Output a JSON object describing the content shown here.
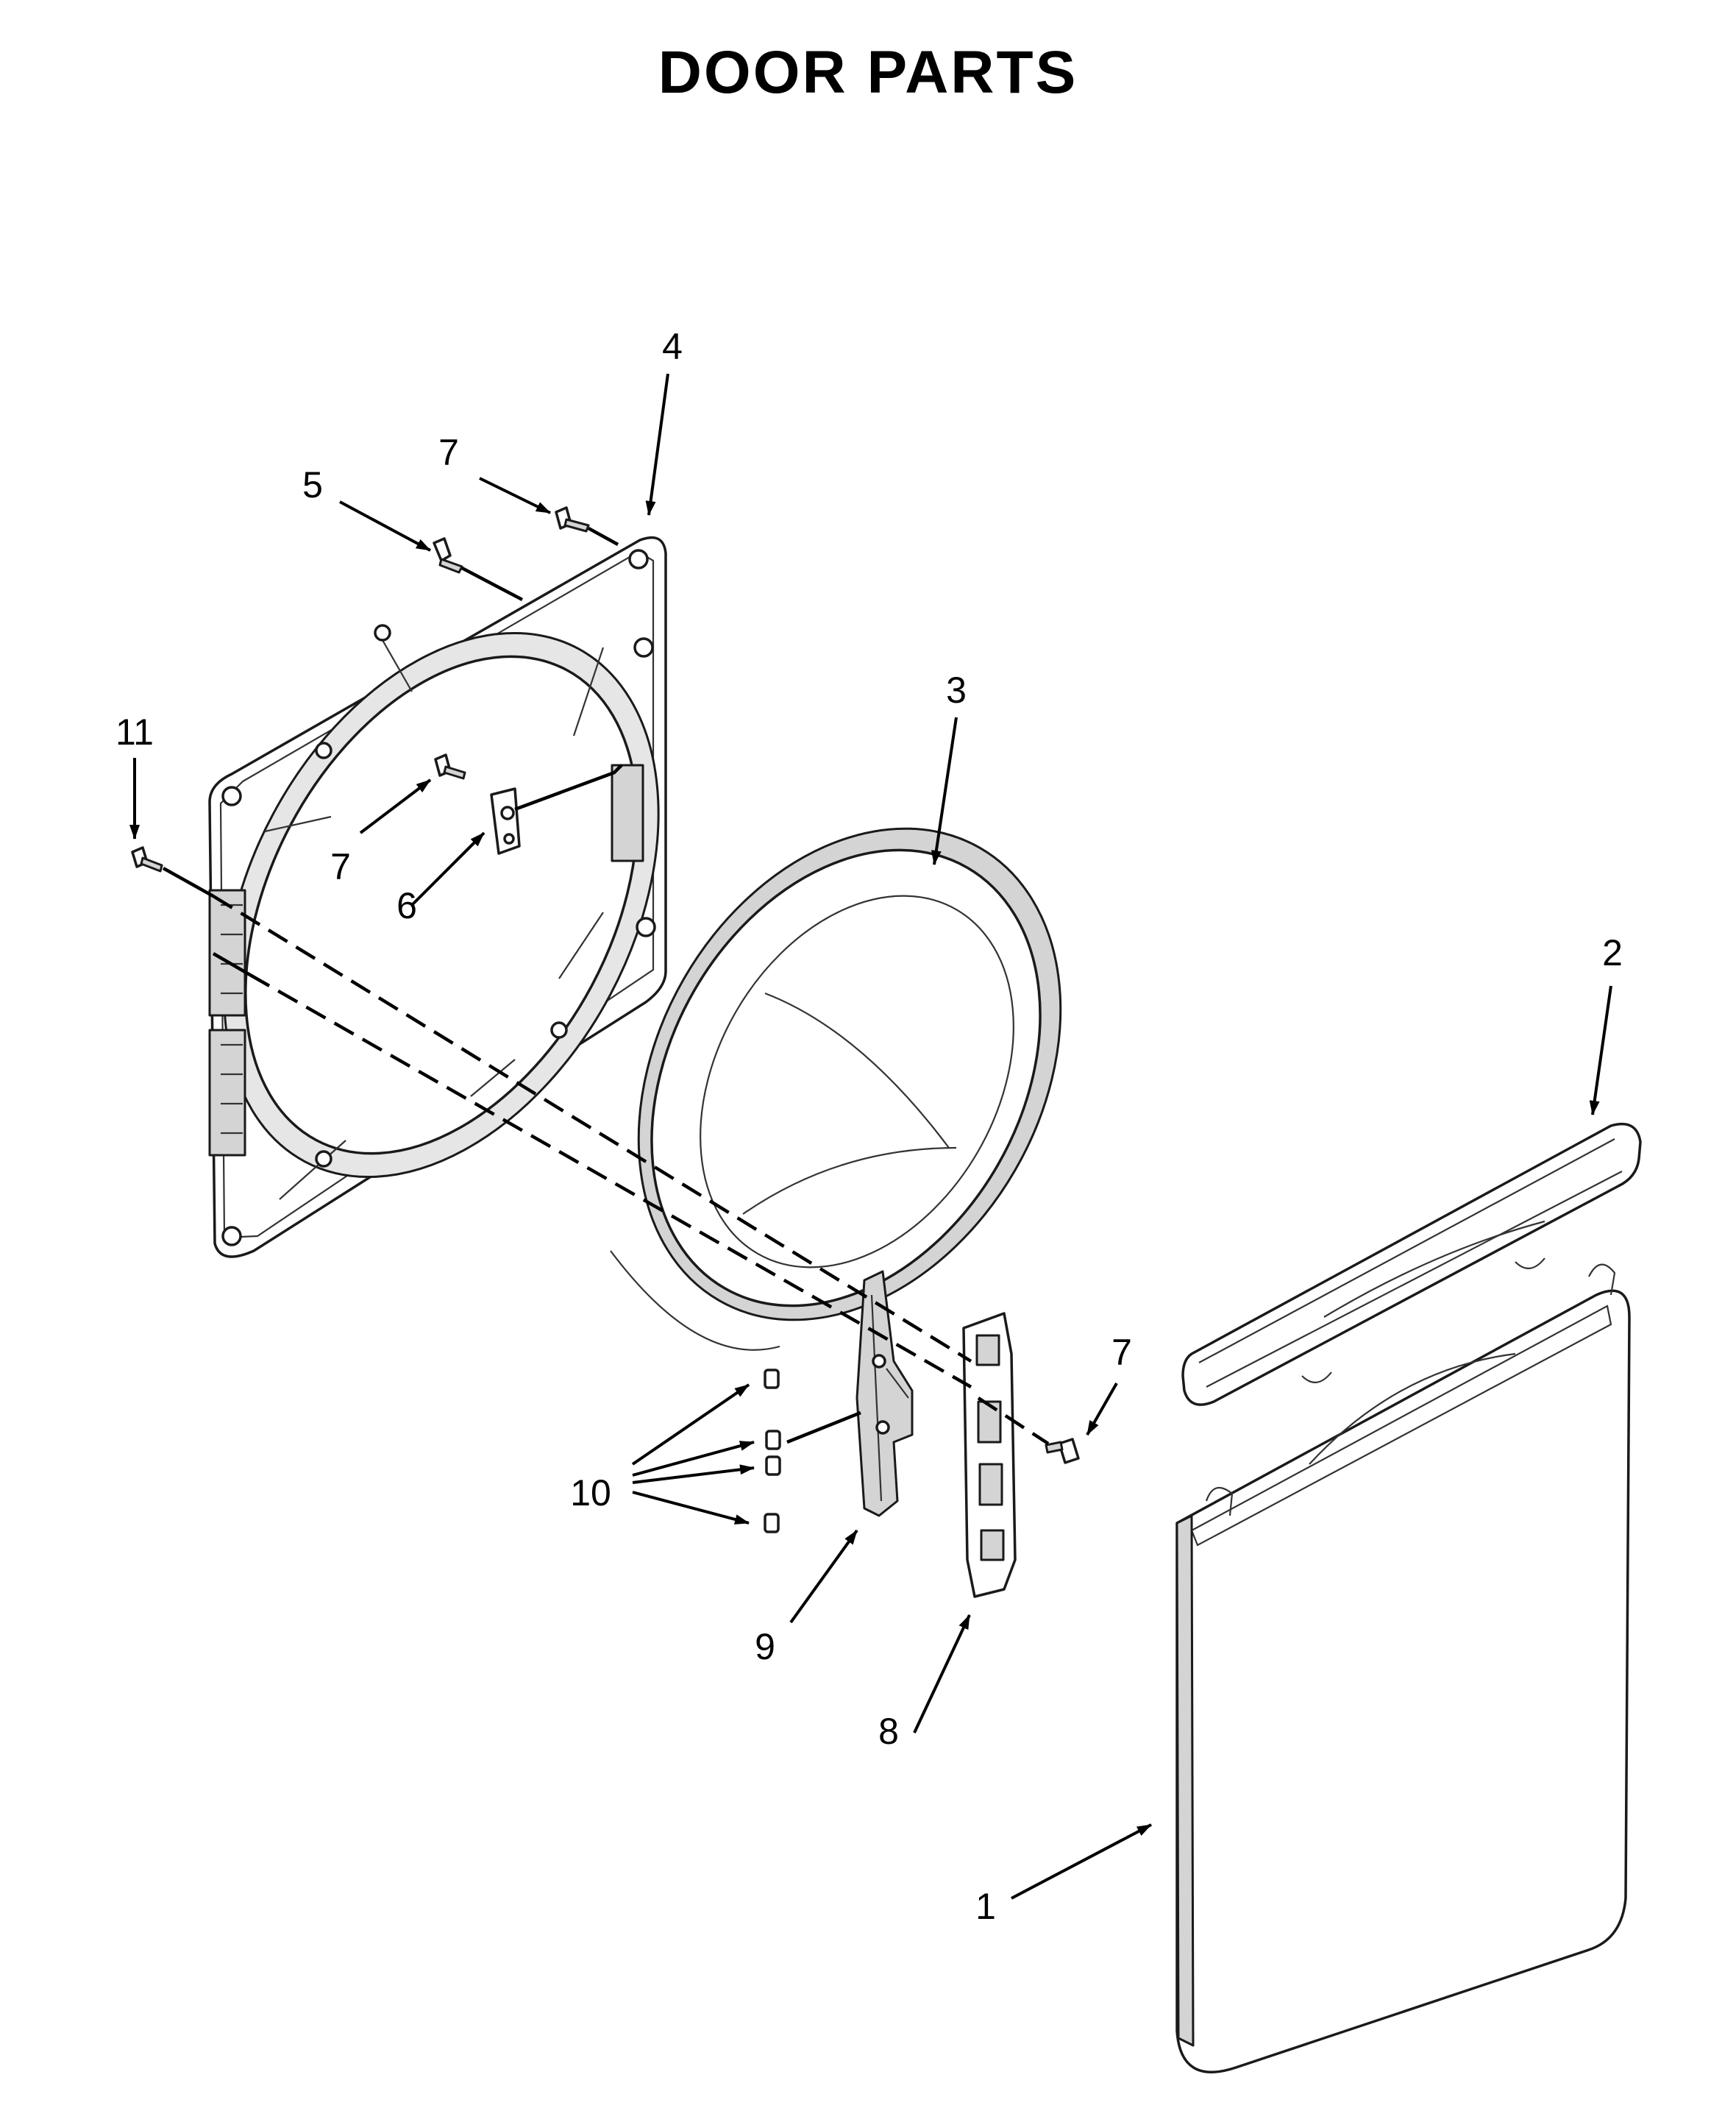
{
  "title": "DOOR PARTS",
  "callouts": {
    "c1": "1",
    "c2": "2",
    "c3": "3",
    "c4": "4",
    "c5": "5",
    "c6": "6",
    "c7_top": "7",
    "c7_center": "7",
    "c7_right": "7",
    "c8": "8",
    "c9": "9",
    "c10": "10",
    "c11": "11"
  },
  "colors": {
    "line": "#000000",
    "fill": "#ffffff",
    "shade": "#d4d4d4"
  }
}
